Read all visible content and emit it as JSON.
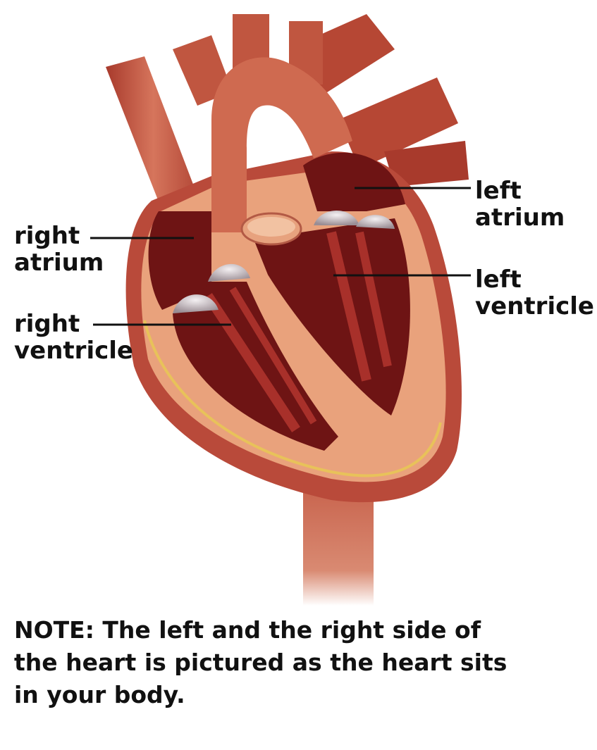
{
  "labels": {
    "right_atrium": [
      "right",
      "atrium"
    ],
    "right_ventricle": [
      "right",
      "ventricle"
    ],
    "left_atrium": [
      "left",
      "atrium"
    ],
    "left_ventricle": [
      "left",
      "ventricle"
    ]
  },
  "note": [
    "NOTE: The left and the right side of",
    "the heart is pictured as the heart sits",
    "in your body."
  ],
  "colors": {
    "outer_wall": "#b94a3a",
    "muscle": "#e9a27c",
    "chamber": "#6e1414",
    "vessel": "#c45a44",
    "valve": "#d8d0d4",
    "fat_line": "#e8c25a",
    "leader_line": "#111111"
  }
}
